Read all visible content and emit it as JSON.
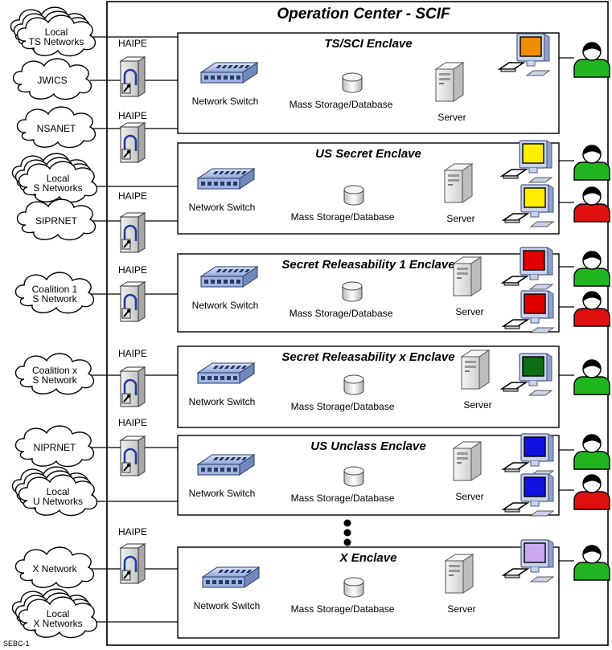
{
  "title": "Operation Center - SCIF",
  "footer": "SEBC-1",
  "labels": {
    "haipe": "HAIPE",
    "switch": "Network Switch",
    "storage": "Mass Storage/Database",
    "server": "Server"
  },
  "clouds": [
    {
      "label": "Local\nTS Networks",
      "stacked": true
    },
    {
      "label": "JWICS",
      "stacked": false
    },
    {
      "label": "NSANET",
      "stacked": false
    },
    {
      "label": "Local\nS Networks",
      "stacked": true
    },
    {
      "label": "SIPRNET",
      "stacked": false
    },
    {
      "label": "Coalition 1\nS Network",
      "stacked": false
    },
    {
      "label": "Coalition x\nS Network",
      "stacked": false
    },
    {
      "label": "NIPRNET",
      "stacked": false
    },
    {
      "label": "Local\nU Networks",
      "stacked": true
    },
    {
      "label": "X Network",
      "stacked": false
    },
    {
      "label": "Local\nX Networks",
      "stacked": true
    }
  ],
  "enclaves": [
    {
      "name": "TS/SCI Enclave",
      "screen": "#f08c00",
      "users": [
        "green"
      ]
    },
    {
      "name": "US Secret Enclave",
      "screen": "#ffee00",
      "users": [
        "green",
        "red"
      ]
    },
    {
      "name": "Secret Releasability 1 Enclave",
      "screen": "#e00000",
      "users": [
        "green",
        "red"
      ]
    },
    {
      "name": "Secret Releasability x Enclave",
      "screen": "#0a6e10",
      "users": [
        "green"
      ]
    },
    {
      "name": "US Unclass Enclave",
      "screen": "#1010e0",
      "users": [
        "green",
        "red"
      ]
    },
    {
      "name": "X Enclave",
      "screen": "#c8a8ee",
      "users": [
        "green"
      ]
    }
  ],
  "colors": {
    "user_green": "#22b522",
    "user_red": "#e01010",
    "device_blue": "#b8c8e8",
    "server_gray": "#e6e6e6"
  }
}
